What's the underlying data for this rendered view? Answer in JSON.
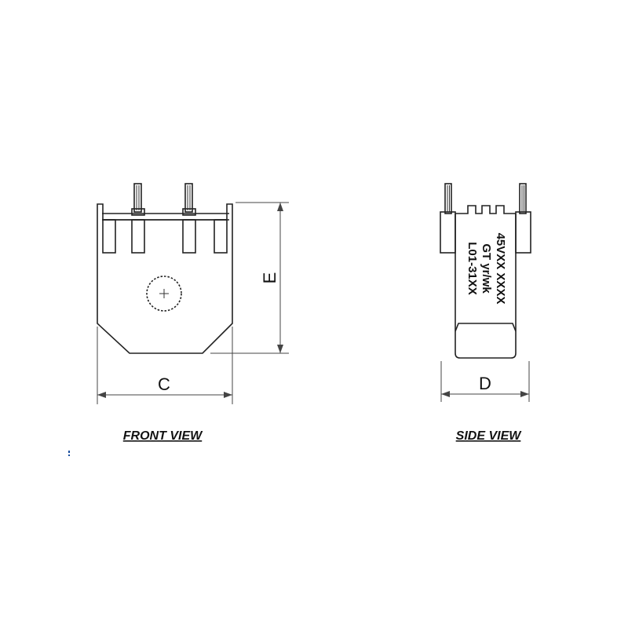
{
  "front_view": {
    "title": "FRONT VIEW",
    "dimension_c": "C",
    "dimension_e": "E"
  },
  "side_view": {
    "title": "SIDE VIEW",
    "dimension_d": "D",
    "marking_lines": [
      "L01-31XX",
      "GT yr/wk",
      "45VXX XXXX"
    ]
  },
  "colors": {
    "line": "#222222",
    "accent_dot": "#1a4fa0"
  }
}
